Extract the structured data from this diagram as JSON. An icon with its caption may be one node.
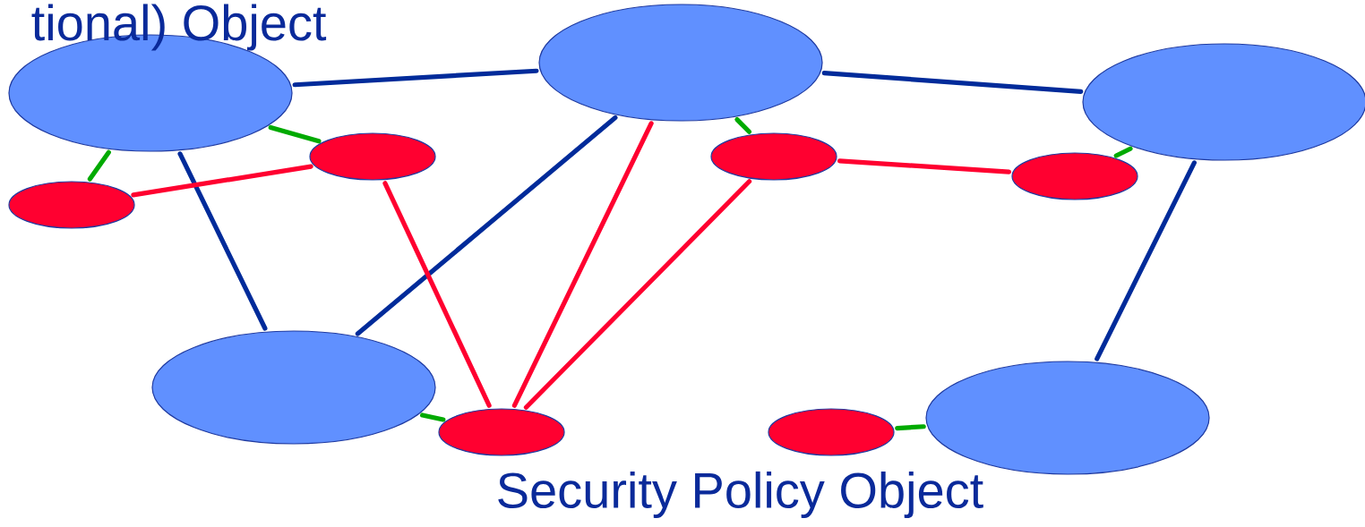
{
  "diagram": {
    "nodes": [
      {
        "text": [],
        "shape": "ellipse"
      },
      {
        "text": [],
        "shape": "ellipse"
      },
      {
        "text": [],
        "shape": "ellipse"
      },
      {
        "text": [],
        "shape": "ellipse"
      },
      {
        "text": [],
        "shape": "ellipse"
      },
      {
        "text": [],
        "shape": "ellipse"
      },
      {
        "text": [],
        "shape": "ellipse"
      },
      {
        "text": [],
        "shape": "ellipse"
      },
      {
        "text": [],
        "shape": "ellipse"
      },
      {
        "text": [],
        "shape": "ellipse"
      },
      {
        "text": [],
        "shape": "ellipse"
      }
    ],
    "edges": [
      {
        "from": 0,
        "to": 1,
        "arrow": "none",
        "color": "#002b9a"
      },
      {
        "from": 1,
        "to": 2,
        "arrow": "none",
        "color": "#002b9a"
      },
      {
        "from": 0,
        "to": 7,
        "arrow": "none",
        "color": "#002b9a"
      },
      {
        "from": 1,
        "to": 7,
        "arrow": "none",
        "color": "#002b9a"
      },
      {
        "from": 2,
        "to": 8,
        "arrow": "none",
        "color": "#002b9a"
      },
      {
        "from": 6,
        "to": 3,
        "arrow": "none",
        "color": "#ff0030"
      },
      {
        "from": 3,
        "to": 9,
        "arrow": "none",
        "color": "#ff0030"
      },
      {
        "from": 1,
        "to": 9,
        "arrow": "none",
        "color": "#ff0030"
      },
      {
        "from": 4,
        "to": 9,
        "arrow": "none",
        "color": "#ff0030"
      },
      {
        "from": 4,
        "to": 5,
        "arrow": "none",
        "color": "#ff0030"
      },
      {
        "from": 0,
        "to": 6,
        "arrow": "none",
        "color": "#00aa00"
      },
      {
        "from": 0,
        "to": 3,
        "arrow": "none",
        "color": "#00aa00"
      },
      {
        "from": 1,
        "to": 4,
        "arrow": "none",
        "color": "#00aa00"
      },
      {
        "from": 7,
        "to": 9,
        "arrow": "none",
        "color": "#00aa00"
      },
      {
        "from": 2,
        "to": 5,
        "arrow": "none",
        "color": "#00aa00"
      },
      {
        "from": 10,
        "to": 8,
        "arrow": "none",
        "color": "#00aa00"
      }
    ],
    "labels": [
      "tional) Object",
      "Security Policy Object"
    ]
  }
}
